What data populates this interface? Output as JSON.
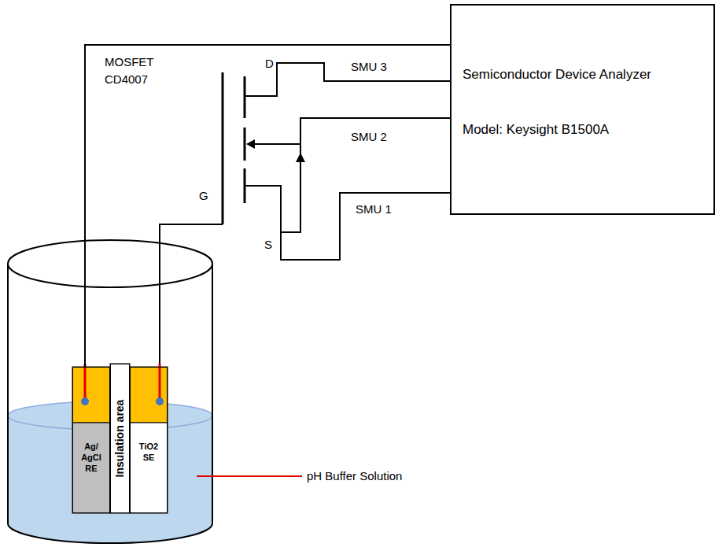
{
  "diagram": {
    "nodes": [
      {
        "text": [
          "Semiconductor Device Analyzer",
          "Model: Keysight B1500A"
        ]
      },
      {
        "text": [
          "Ag/ AgCl RE"
        ]
      },
      {
        "text": [
          "Insulation area"
        ]
      },
      {
        "text": [
          "TiO2 SE"
        ]
      }
    ],
    "edges": [
      {
        "from": 1,
        "to": 0,
        "arrow": "none"
      }
    ],
    "labels": [
      "MOSFET CD4007",
      "D",
      "G",
      "S",
      "SMU 3",
      "SMU 2",
      "SMU 1",
      "pH Buffer Solution"
    ]
  }
}
